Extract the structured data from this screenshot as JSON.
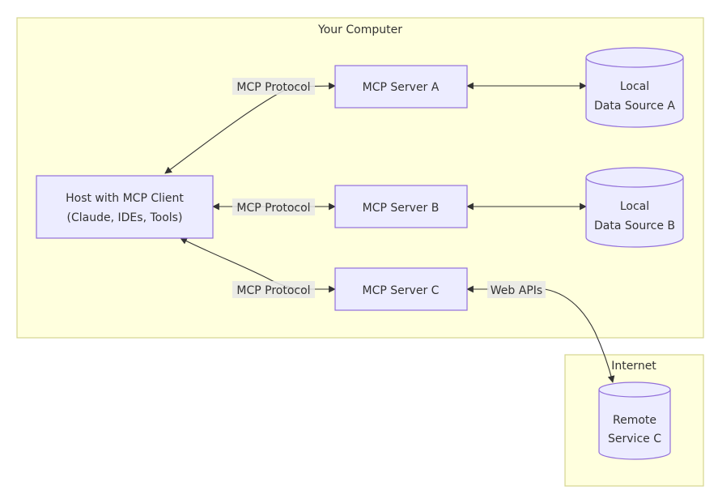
{
  "clusters": {
    "computer": {
      "title": "Your Computer"
    },
    "internet": {
      "title": "Internet"
    }
  },
  "nodes": {
    "host": {
      "line1": "Host with MCP Client",
      "line2": "(Claude, IDEs, Tools)"
    },
    "server_a": {
      "label": "MCP Server A"
    },
    "server_b": {
      "label": "MCP Server B"
    },
    "server_c": {
      "label": "MCP Server C"
    },
    "data_a": {
      "line1": "Local",
      "line2": "Data Source A"
    },
    "data_b": {
      "line1": "Local",
      "line2": "Data Source B"
    },
    "remote_c": {
      "line1": "Remote",
      "line2": "Service C"
    }
  },
  "edges": {
    "host_a": {
      "label": "MCP Protocol"
    },
    "host_b": {
      "label": "MCP Protocol"
    },
    "host_c": {
      "label": "MCP Protocol"
    },
    "c_remote": {
      "label": "Web APIs"
    }
  },
  "colors": {
    "cluster_fill": "#ffffde",
    "cluster_stroke": "#d6d690",
    "node_fill": "#ececff",
    "node_stroke": "#9370db",
    "edge": "#333333",
    "text": "#333333"
  }
}
